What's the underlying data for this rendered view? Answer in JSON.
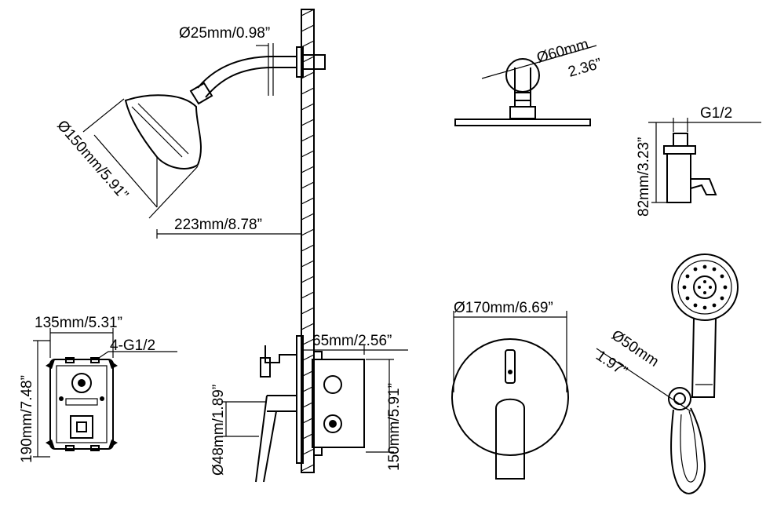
{
  "labels": {
    "pipe_diameter": "Ø25mm/0.98”",
    "head_diameter": "Ø150mm/5.91”",
    "arm_reach": "223mm/8.78”",
    "rain_flange": "Ø60mm",
    "rain_flange_in": "2.36”",
    "holder_thread": "G1/2",
    "holder_height": "82mm/3.23”",
    "box_width": "135mm/5.31”",
    "box_ports": "4-G1/2",
    "box_height": "190mm/7.48”",
    "box_depth": "65mm/2.56”",
    "box_side_height": "150mm/5.91”",
    "spout_size": "Ø48mm/1.89”",
    "plate_diameter": "Ø170mm/6.69”",
    "hand_diameter": "Ø50mm",
    "hand_diameter_in": "1.97”"
  },
  "colors": {
    "line": "#000000",
    "background": "#ffffff"
  }
}
